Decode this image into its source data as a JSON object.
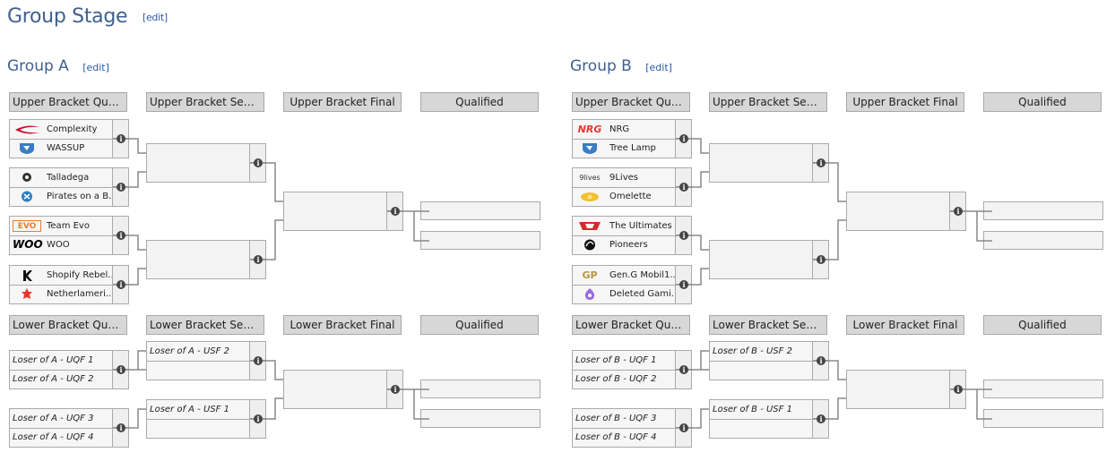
{
  "page": {
    "title": "Group Stage",
    "edit_label": "[edit]"
  },
  "groups": [
    {
      "title": "Group A",
      "edit_label": "[edit]",
      "upper_headers": [
        "Upper Bracket Quart...",
        "Upper Bracket Semifi...",
        "Upper Bracket Final",
        "Qualified"
      ],
      "lower_headers": [
        "Lower Bracket Quart...",
        "Lower Bracket Semifi...",
        "Lower Bracket Final",
        "Qualified"
      ],
      "upper_quarterfinals": [
        {
          "team1": {
            "name": "Complexity",
            "logo": "complexity-logo"
          },
          "team2": {
            "name": "WASSUP",
            "logo": "rocket-league-logo"
          }
        },
        {
          "team1": {
            "name": "Talladega",
            "logo": "talladega-logo"
          },
          "team2": {
            "name": "Pirates on a B...",
            "logo": "pirates-logo"
          }
        },
        {
          "team1": {
            "name": "Team Evo",
            "logo": "evo-logo"
          },
          "team2": {
            "name": "WOO",
            "logo": "woo-logo"
          }
        },
        {
          "team1": {
            "name": "Shopify Rebel...",
            "logo": "shopify-logo"
          },
          "team2": {
            "name": "Netherlameri...",
            "logo": "netherlands-logo"
          }
        }
      ],
      "lower_quarterfinals": [
        {
          "team1": "Loser of A - UQF 1",
          "team2": "Loser of A - UQF 2"
        },
        {
          "team1": "Loser of A - UQF 3",
          "team2": "Loser of A - UQF 4"
        }
      ],
      "lower_semifinals": [
        {
          "team1": "Loser of A - USF 2",
          "team2": ""
        },
        {
          "team1": "Loser of A - USF 1",
          "team2": ""
        }
      ]
    },
    {
      "title": "Group B",
      "edit_label": "[edit]",
      "upper_headers": [
        "Upper Bracket Quart...",
        "Upper Bracket Semifi...",
        "Upper Bracket Final",
        "Qualified"
      ],
      "lower_headers": [
        "Lower Bracket Quart...",
        "Lower Bracket Semifi...",
        "Lower Bracket Final",
        "Qualified"
      ],
      "upper_quarterfinals": [
        {
          "team1": {
            "name": "NRG",
            "logo": "nrg-logo"
          },
          "team2": {
            "name": "Tree Lamp",
            "logo": "rocket-league-logo"
          }
        },
        {
          "team1": {
            "name": "9Lives",
            "logo": "9lives-logo"
          },
          "team2": {
            "name": "Omelette",
            "logo": "omelette-logo"
          }
        },
        {
          "team1": {
            "name": "The Ultimates",
            "logo": "ultimates-logo"
          },
          "team2": {
            "name": "Pioneers",
            "logo": "pioneers-logo"
          }
        },
        {
          "team1": {
            "name": "Gen.G Mobil1...",
            "logo": "geng-logo"
          },
          "team2": {
            "name": "Deleted Gami...",
            "logo": "deleted-gaming-logo"
          }
        }
      ],
      "lower_quarterfinals": [
        {
          "team1": "Loser of B - UQF 1",
          "team2": "Loser of B - UQF 2"
        },
        {
          "team1": "Loser of B - UQF 3",
          "team2": "Loser of B - UQF 4"
        }
      ],
      "lower_semifinals": [
        {
          "team1": "Loser of B - USF 2",
          "team2": ""
        },
        {
          "team1": "Loser of B - USF 1",
          "team2": ""
        }
      ]
    }
  ],
  "logo_text": {
    "evo": "EVO",
    "woo": "WOO",
    "nrg": "NRG",
    "geng": "GP",
    "9lives": "9lives"
  },
  "colors": {
    "title": "#3f5f8f",
    "link": "#2a5aa8",
    "header_bg": "#d7d7d7",
    "nrg_red": "#e03a2f",
    "evo_orange": "#f07a2a",
    "ultimates_red": "#d32b2b"
  }
}
